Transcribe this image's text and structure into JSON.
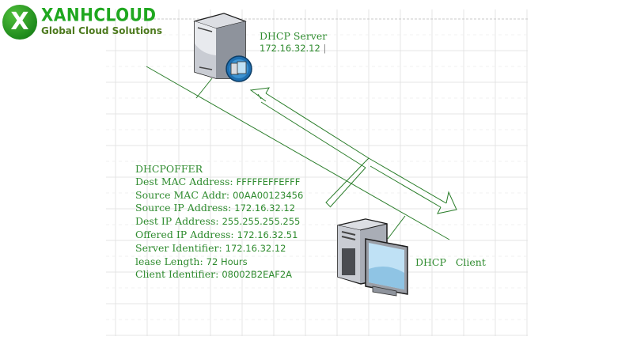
{
  "logo": {
    "mark": "X",
    "name": "XANHCLOUD",
    "tagline": "Global Cloud Solutions"
  },
  "server": {
    "title": "DHCP Server",
    "ip": "172.16.32.12",
    "icon": "server-icon"
  },
  "client": {
    "title": "DHCP   Client",
    "icon": "desktop-computer-icon"
  },
  "message": {
    "type": "DHCPOFFER",
    "fields": [
      {
        "label": "Dest MAC Address:",
        "value": "FFFFFEFFEFFF"
      },
      {
        "label": "Source MAC Addr:",
        "value": "00AA00123456"
      },
      {
        "label": "Source IP Address:",
        "value": "172.16.32.12"
      },
      {
        "label": "Dest IP Address:",
        "value": "255.255.255.255"
      },
      {
        "label": "Offered IP Address:",
        "value": "172.16.32.51"
      },
      {
        "label": "Server Identifier:",
        "value": "172.16.32.12"
      },
      {
        "label": "lease Length:",
        "value": "72 Hours"
      },
      {
        "label": "Client Identifier:",
        "value": "08002B2EAF2A"
      }
    ]
  },
  "colors": {
    "accent": "#2e8b2e",
    "line": "#2a7d2a",
    "grid": "#e4e4e4"
  }
}
